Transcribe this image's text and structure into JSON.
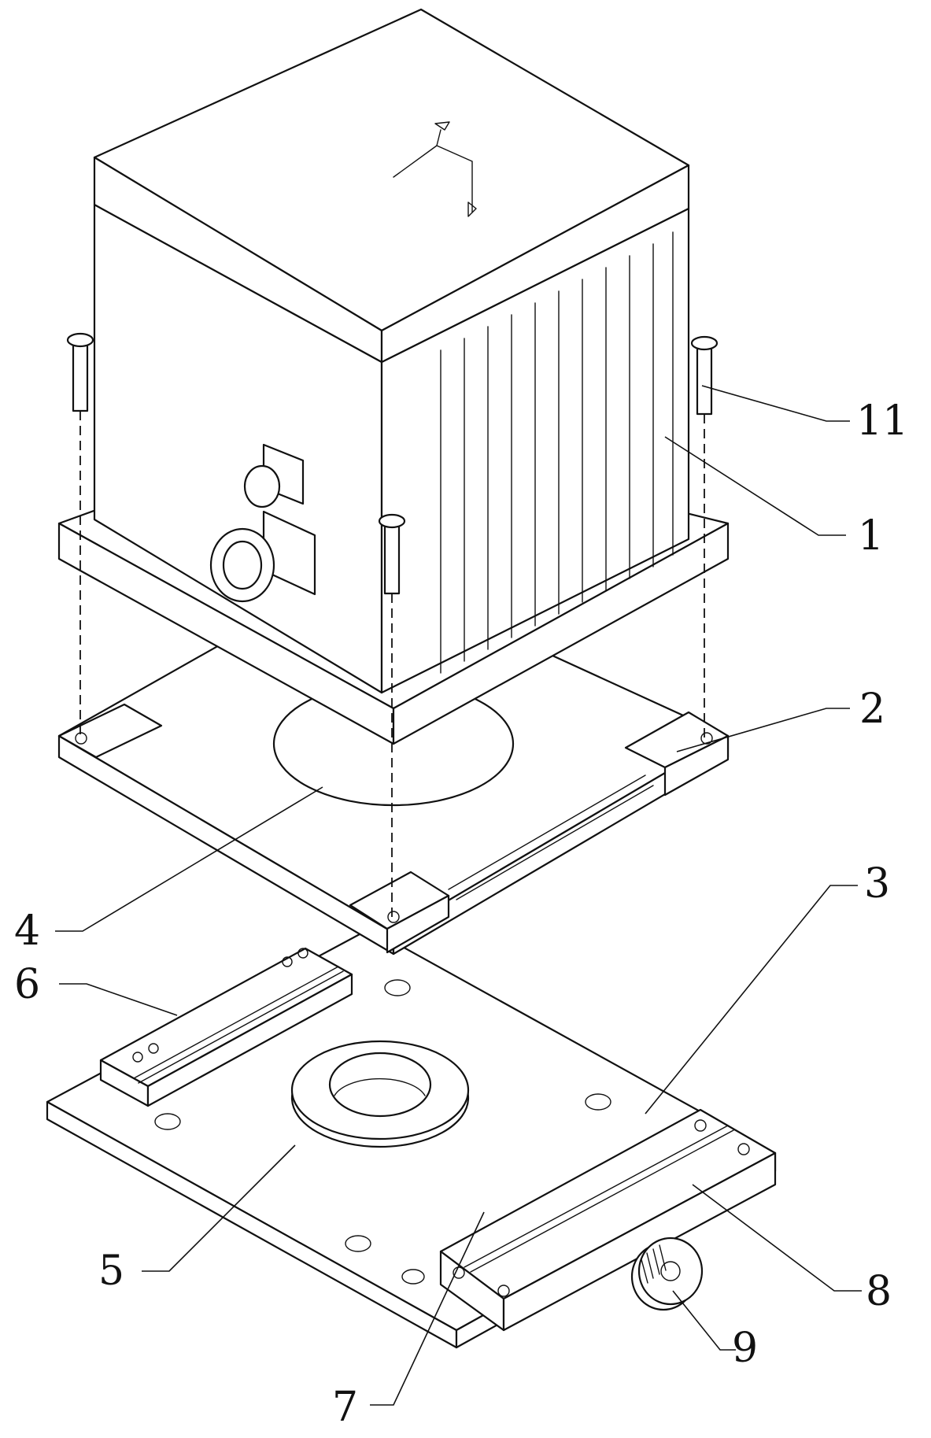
{
  "callouts": {
    "c1": "1",
    "c2": "2",
    "c3": "3",
    "c4": "4",
    "c5": "5",
    "c6": "6",
    "c7": "7",
    "c8": "8",
    "c9": "9",
    "c11": "11"
  }
}
